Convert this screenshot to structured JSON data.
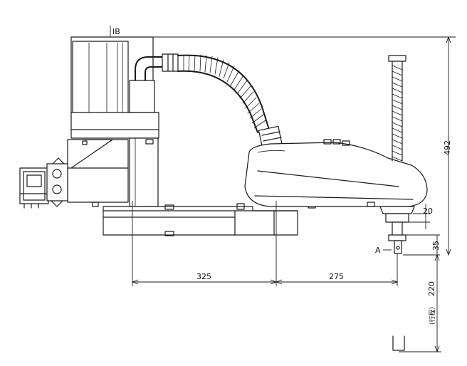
{
  "labels": {
    "section": "IB",
    "point_a": "A",
    "dim_height": "492",
    "dim_first_arm": "325",
    "dim_second_arm": "275",
    "dim_flange": "20",
    "dim_tool": "35",
    "dim_stroke": "220",
    "stroke_note": "(行程)"
  },
  "colors": {
    "line": "#1a1a1a",
    "background": "#ffffff"
  }
}
